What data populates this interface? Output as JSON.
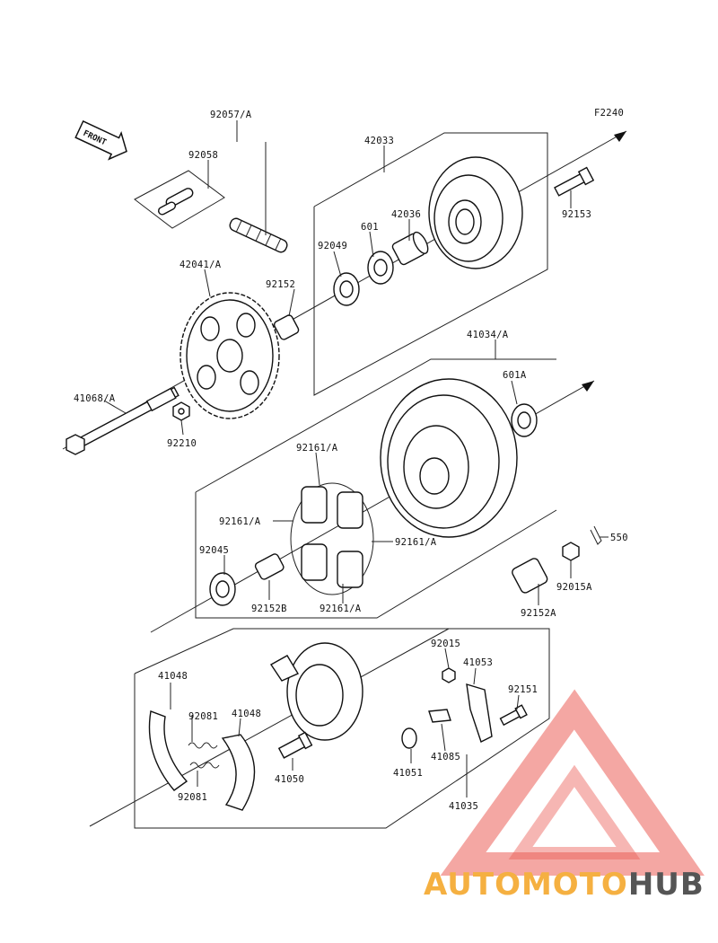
{
  "diagram": {
    "figure_code": "F2240",
    "front_label": "FRONT",
    "labels": {
      "p92057A": "92057/A",
      "p92058": "92058",
      "p42033": "42033",
      "p42036": "42036",
      "p601": "601",
      "p92049": "92049",
      "p92153": "92153",
      "p92152": "92152",
      "p42041A": "42041/A",
      "p41068A": "41068/A",
      "p92210": "92210",
      "p41034A": "41034/A",
      "p601A": "601A",
      "p92161A_top": "92161/A",
      "p92161A_left": "92161/A",
      "p92161A_right": "92161/A",
      "p92161A_bottom": "92161/A",
      "p92045": "92045",
      "p92152B": "92152B",
      "p550": "550",
      "p92015A": "92015A",
      "p92152A": "92152A",
      "p92015": "92015",
      "p41048_left": "41048",
      "p41048_mid": "41048",
      "p92081_top": "92081",
      "p92081_bottom": "92081",
      "p41053": "41053",
      "p92151": "92151",
      "p41050": "41050",
      "p41051": "41051",
      "p41085": "41085",
      "p41035": "41035"
    }
  },
  "watermark": {
    "brand_part1": "AUTOMOTO",
    "brand_part2": "HUB",
    "color_orange": "#f5b041",
    "color_red": "#e8433a",
    "color_gray": "#555555"
  }
}
